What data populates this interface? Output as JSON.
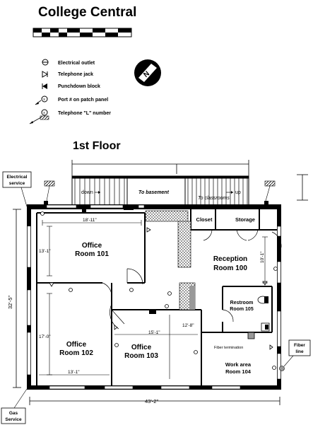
{
  "header": {
    "title": "College Central"
  },
  "legend": {
    "items": [
      {
        "icon": "electrical-outlet-icon",
        "label": "Electrical outlet"
      },
      {
        "icon": "telephone-jack-icon",
        "label": "Telephone jack"
      },
      {
        "icon": "punchdown-block-icon",
        "label": "Punchdown block"
      },
      {
        "icon": "patch-panel-port-icon",
        "label": "Port # on patch panel"
      },
      {
        "icon": "telephone-l-number-icon",
        "label": "Telephone \"L\" number"
      }
    ],
    "compass_letter": "N"
  },
  "floor": {
    "title": "1st Floor"
  },
  "rooms": {
    "office101": {
      "line1": "Office",
      "line2": "Room 101"
    },
    "office102": {
      "line1": "Office",
      "line2": "Room 102"
    },
    "office103": {
      "line1": "Office",
      "line2": "Room 103"
    },
    "reception": {
      "line1": "Reception",
      "line2": "Room 100"
    },
    "restroom": {
      "line1": "Restroom",
      "line2": "Room 105"
    },
    "workarea": {
      "line1": "Work area",
      "line2": "Room 104"
    },
    "closet": "Closet",
    "storage": "Storage"
  },
  "labels": {
    "down": "down",
    "up": "up",
    "to_basement": "To basement",
    "to_classrooms": "To classrooms",
    "electrical_service_1": "Electrical",
    "electrical_service_2": "service",
    "gas_service_1": "Gas",
    "gas_service_2": "Service",
    "fiber_line_1": "Fiber",
    "fiber_line_2": "line",
    "fiber_termination": "Fiber termination"
  },
  "dimensions": {
    "room101_width": "18'-11\"",
    "room101_height": "13'-1\"",
    "room102_height": "17'-0\"",
    "room102_width": "13'-1\"",
    "room103_width": "15'-1\"",
    "hall_width": "12'-8\"",
    "reception_height": "10'-1\"",
    "building_height": "32'-5\"",
    "building_width": "43'-2\""
  }
}
